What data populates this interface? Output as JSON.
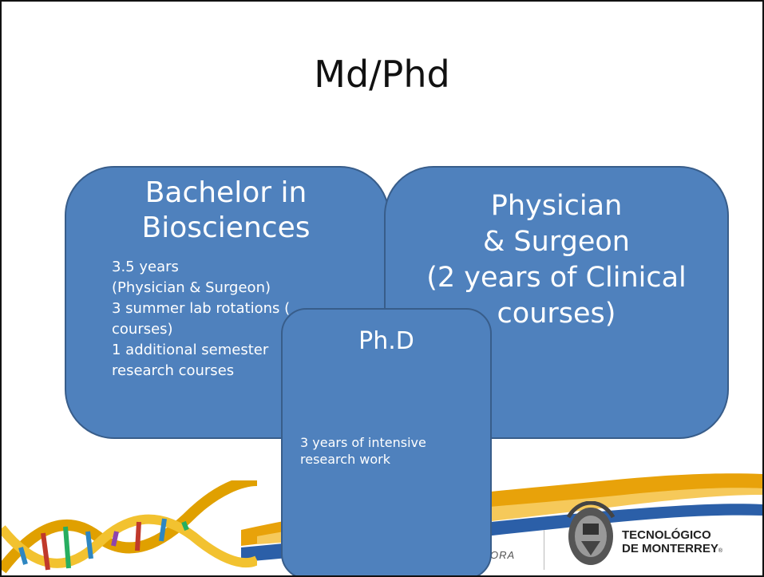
{
  "slide": {
    "title": "Md/Phd"
  },
  "bachelor_box": {
    "heading_line1": "Bachelor in",
    "heading_line2": "Biosciences",
    "bullets": [
      "3.5 years",
      "(Physician & Surgeon)",
      "3 summer lab rotations (",
      "courses)",
      "1 additional semester",
      "research courses"
    ]
  },
  "physician_box": {
    "heading_line1": "Physician",
    "heading_line2": "& Surgeon",
    "heading_line3": "(2 years of Clinical",
    "heading_line4": "courses)"
  },
  "phd_box": {
    "heading": "Ph.D",
    "description": "3 years of intensive research work"
  },
  "footer": {
    "campus_fragment": "ORA",
    "brand_line1": "TECNOLÓGICO",
    "brand_line2": "DE MONTERREY",
    "brand_mark": "®",
    "colors": {
      "box_fill": "#4f81bd",
      "box_border": "#385d8a",
      "swoosh_gold": "#e8a20a",
      "swoosh_blue": "#2b5fa8"
    }
  }
}
